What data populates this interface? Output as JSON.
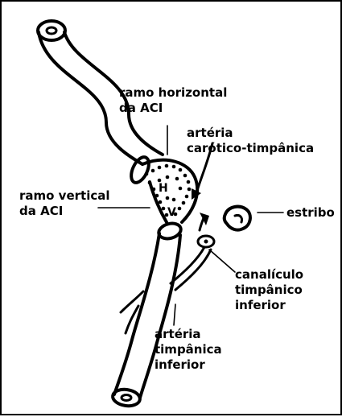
{
  "labels": {
    "ramo_horizontal": [
      "ramo horizontal",
      "da ACI"
    ],
    "arteria_carotico": [
      "artéria",
      "carótico-timpânica"
    ],
    "ramo_vertical": [
      "ramo vertical",
      "da ACI"
    ],
    "estribo": "estribo",
    "canaliculo": [
      "canalículo",
      "timpânico",
      "inferior"
    ],
    "arteria_timpanica": [
      "artéria",
      "timpânica",
      "inferior"
    ]
  },
  "markers": {
    "h": "H",
    "v": "V"
  },
  "colors": {
    "stroke": "#000000",
    "background": "#ffffff"
  }
}
